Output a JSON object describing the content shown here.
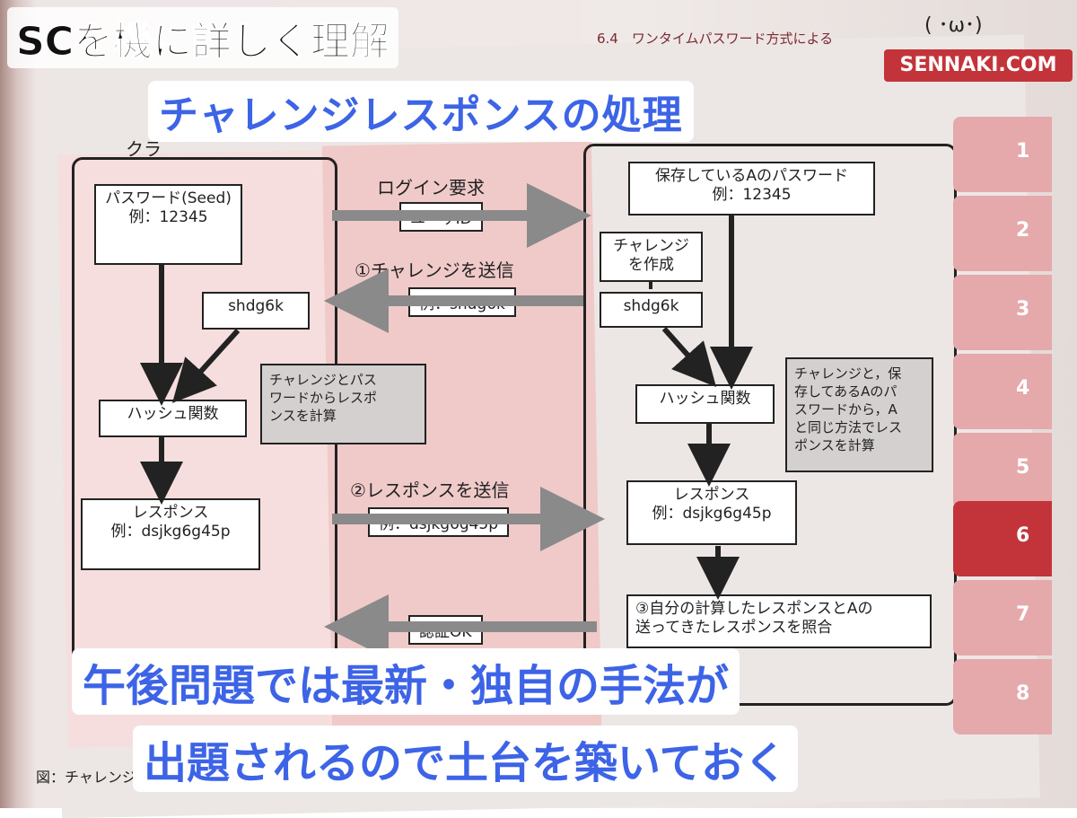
{
  "overlay": {
    "title_main": "SCを機に詳しく理解",
    "title_sub": "チャレンジレスポンスの処理",
    "bottom_line1": "午後問題では最新・独自の手法が",
    "bottom_line2": "出題されるので土台を築いておく",
    "brand": "SENNAKI.COM",
    "brand_face": "( ･ω･)"
  },
  "book": {
    "header": "6.4　ワンタイムパスワード方式による",
    "client_label": "クラ",
    "caption": "図：チャレンジ",
    "tabs": [
      "1",
      "2",
      "3",
      "4",
      "5",
      "6",
      "7",
      "8"
    ],
    "active_tab": "6"
  },
  "diagram": {
    "client": {
      "password_box": "パスワード(Seed)\n例：12345",
      "challenge_box": "shdg6k",
      "hash_box": "ハッシュ関数",
      "response_box": "レスポンス\n例：dsjkg6g45p",
      "note": "チャレンジとパス\nワードからレスポ\nンスを計算"
    },
    "messages": {
      "login_label": "ログイン要求",
      "login_msg": "ユーザID",
      "challenge_label": "①チャレンジを送信",
      "challenge_msg": "例：shdg6k",
      "response_label": "②レスポンスを送信",
      "response_msg": "例：dsjkg6g45p",
      "auth_msg": "認証OK"
    },
    "server": {
      "stored_box": "保存しているAのパスワード\n例：12345",
      "create_box": "チャレンジ\nを作成",
      "challenge_box": "shdg6k",
      "hash_box": "ハッシュ関数",
      "note": "チャレンジと，保\n存してあるAのパ\nスワードから，A\nと同じ方法でレス\nポンスを計算",
      "response_box": "レスポンス\n例：dsjkg6g45p",
      "compare_box": "③自分の計算したレスポンスとAの\n送ってきたレスポンスを照合"
    }
  }
}
